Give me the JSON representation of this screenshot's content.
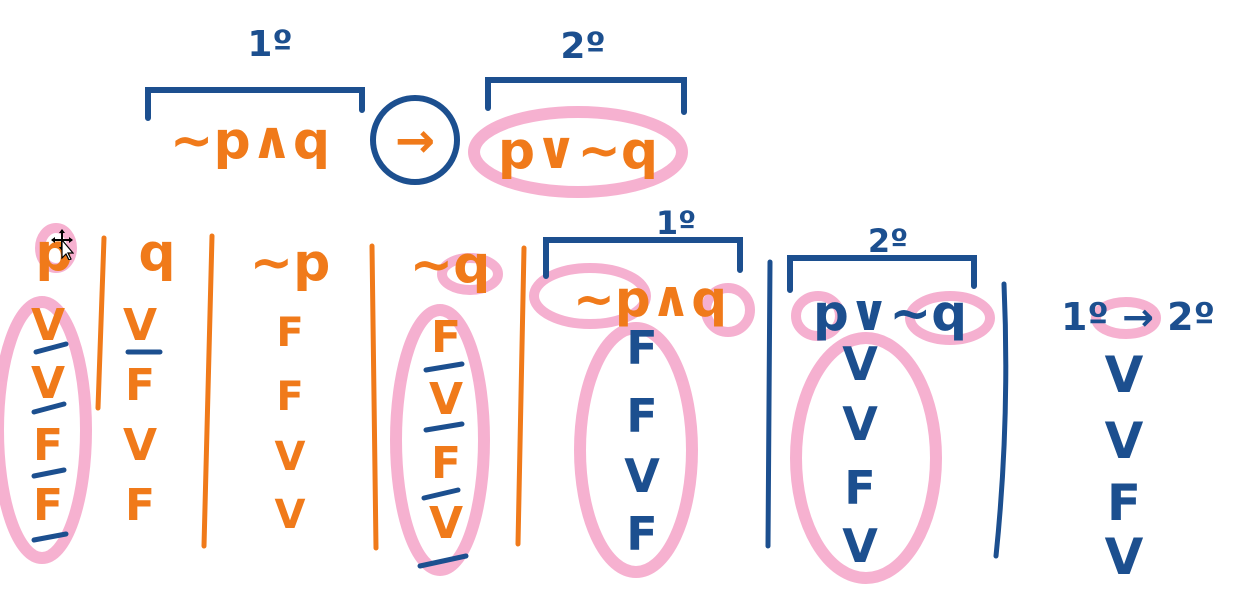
{
  "colors": {
    "orange": "#f07a1a",
    "blue": "#1c4f8f",
    "pink": "#f4a3c8",
    "background": "#ffffff"
  },
  "header": {
    "part1_label": "1º",
    "part2_label": "2º",
    "expr_left": "~p∧q",
    "connective": "→",
    "expr_right": "p∨~q"
  },
  "table": {
    "headers": {
      "p": "p",
      "q": "q",
      "not_p": "~p",
      "not_q": "~q",
      "conj_tag": "1º",
      "conj": "~p∧q",
      "disj_tag": "2º",
      "disj": "p∨~q",
      "result": "1º → 2º"
    },
    "columns": {
      "p": [
        "V",
        "V",
        "F",
        "F"
      ],
      "q": [
        "V",
        "F",
        "V",
        "F"
      ],
      "not_p": [
        "F",
        "F",
        "V",
        "V"
      ],
      "not_q": [
        "F",
        "V",
        "F",
        "V"
      ],
      "conj": [
        "F",
        "F",
        "V",
        "F"
      ],
      "disj": [
        "V",
        "V",
        "F",
        "V"
      ],
      "result": [
        "V",
        "V",
        "F",
        "V"
      ]
    }
  },
  "icons": {
    "cursor": "move-cursor-icon"
  }
}
